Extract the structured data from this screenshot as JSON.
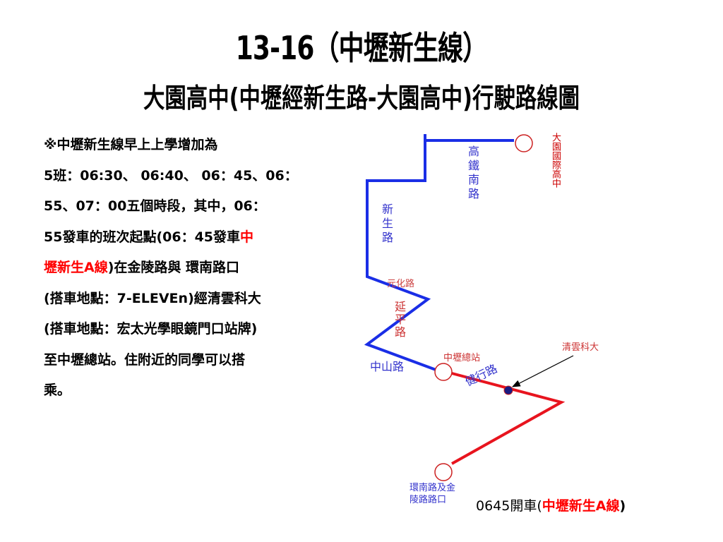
{
  "title": {
    "line1": "13-16（中壢新生線）",
    "line2": "大園高中(中壢經新生路-大園高中)行駛路線圖"
  },
  "description": {
    "line1": "※中壢新生線早上上學增加為",
    "line2": "5班：06:30、 06:40、 06：45、06：",
    "line3": "55、07：00五個時段，其中，06：",
    "line4_prefix": "55發車的班次起點(06：45發車",
    "line4_red": "中",
    "line5_red": "壢新生A線",
    "line5_suffix": ")在金陵路與 環南路口",
    "line6": "(搭車地點：7-ELEVEn)經清雲科大",
    "line7": "(搭車地點：宏太光學眼鏡門口站牌)",
    "line8": "至中壢總站。住附近的同學可以搭",
    "line9": "乘。"
  },
  "map": {
    "stations": {
      "school": "大園國際高中",
      "zhongli_terminal": "中壢總站",
      "chingyun": "清雲科大",
      "huannan_jinling": "環南路及金陵路路口"
    },
    "roads": {
      "high_speed_rail_south": "高鐵南路",
      "xinsheng": "新生路",
      "yuanhua": "元化路",
      "yanping": "延平路",
      "zhongshan": "中山路",
      "jianxing": "健行路"
    },
    "colors": {
      "blue_route": "#1a2ee6",
      "red_route": "#e8141e",
      "school_label": "#cc0000",
      "road_label": "#3333cc",
      "station_label": "#cc3333",
      "highlight_stop": "#1a1a80"
    }
  },
  "departure": {
    "prefix": "0645開車(",
    "red": "中壢新生A線",
    "suffix": ")"
  }
}
